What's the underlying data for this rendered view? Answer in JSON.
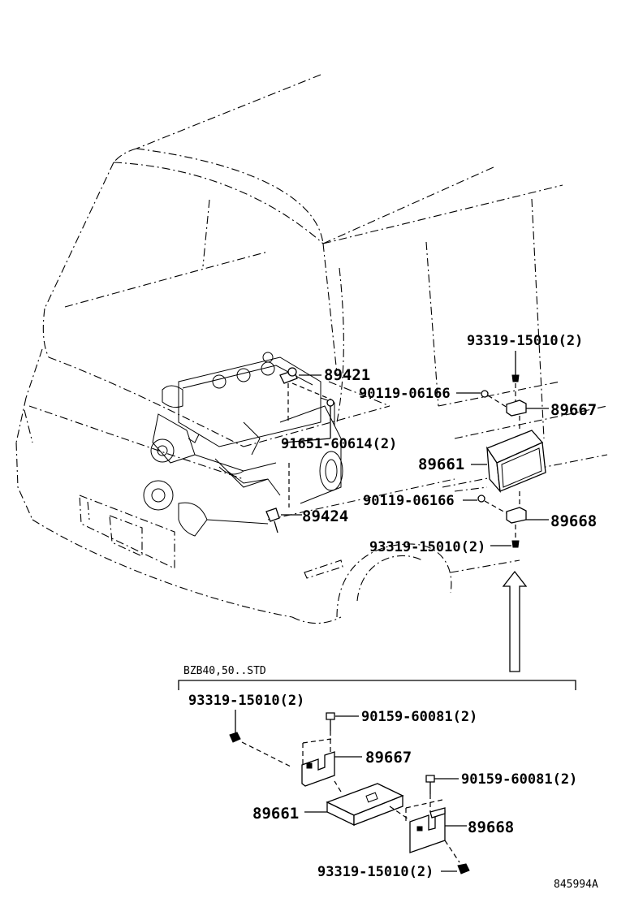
{
  "labels": {
    "p89421": "89421",
    "p90119_a": "90119-06166",
    "p93319_a": "93319-15010(2)",
    "p89667_a": "89667",
    "p91651": "91651-60614(2)",
    "p89661_a": "89661",
    "p90119_b": "90119-06166",
    "p89424": "89424",
    "p89668_a": "89668",
    "p93319_b": "93319-15010(2)",
    "variant": "BZB40,50..STD",
    "p93319_c": "93319-15010(2)",
    "p90159_a": "90159-60081(2)",
    "p89667_b": "89667",
    "p90159_b": "90159-60081(2)",
    "p89661_b": "89661",
    "p89668_b": "89668",
    "p93319_d": "93319-15010(2)",
    "figure_id": "845994A"
  }
}
